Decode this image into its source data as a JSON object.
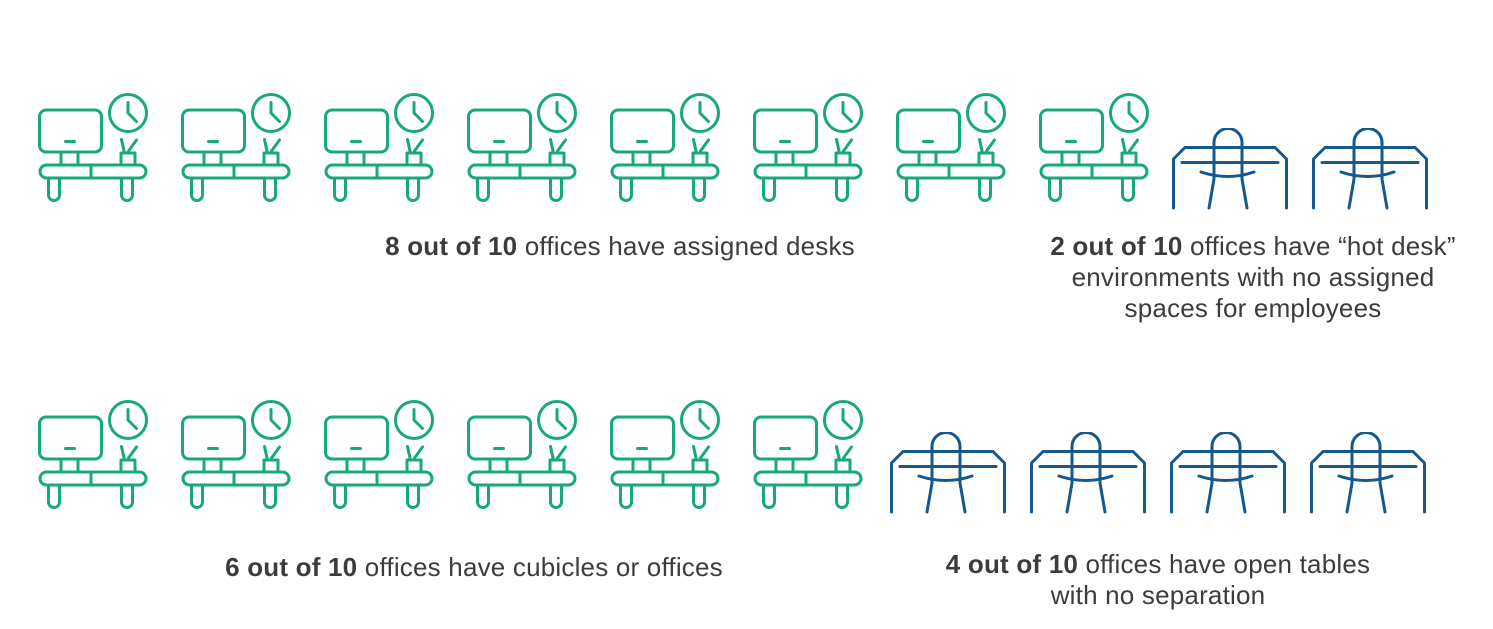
{
  "page": {
    "background": "#ffffff"
  },
  "colors": {
    "page_background": "#ffffff",
    "desk_icon": "#18A87E",
    "table_icon": "#14588C",
    "caption_text": "#3C3C3C"
  },
  "chart_data": {
    "type": "pictogram",
    "title": "",
    "unit": "offices out of 10",
    "layout": "two rows, each row of 10 icons split into two colored groups with captions beneath",
    "icon_legend": {
      "assigned-desk-icon": "teal outline desk with monitor, wall clock and pen cup",
      "open-table-icon": "dark blue outline open table with a chair behind it"
    },
    "series": [
      {
        "row": 1,
        "value": 8,
        "total": 10,
        "icon": "assigned-desk-icon",
        "color": "#18A87E",
        "label": "offices have assigned desks"
      },
      {
        "row": 1,
        "value": 2,
        "total": 10,
        "icon": "open-table-icon",
        "color": "#14588C",
        "label": "offices have “hot desk” environments with no assigned spaces for employees"
      },
      {
        "row": 2,
        "value": 6,
        "total": 10,
        "icon": "assigned-desk-icon",
        "color": "#18A87E",
        "label": "offices have cubicles or offices"
      },
      {
        "row": 2,
        "value": 4,
        "total": 10,
        "icon": "open-table-icon",
        "color": "#14588C",
        "label": "offices have open tables with no separation"
      }
    ]
  },
  "captions": {
    "assigned": {
      "bold": "8 out of 10",
      "rest": "offices have assigned desks"
    },
    "hotdesk": {
      "bold": "2 out of 10",
      "rest": "offices have “hot desk”",
      "line2": "environments with no assigned",
      "line3": "spaces for employees"
    },
    "cubicles": {
      "bold": "6 out of 10",
      "rest": "offices have cubicles or offices"
    },
    "opentables": {
      "bold": "4 out of 10",
      "rest": "offices have open tables",
      "line2": "with no separation"
    }
  }
}
